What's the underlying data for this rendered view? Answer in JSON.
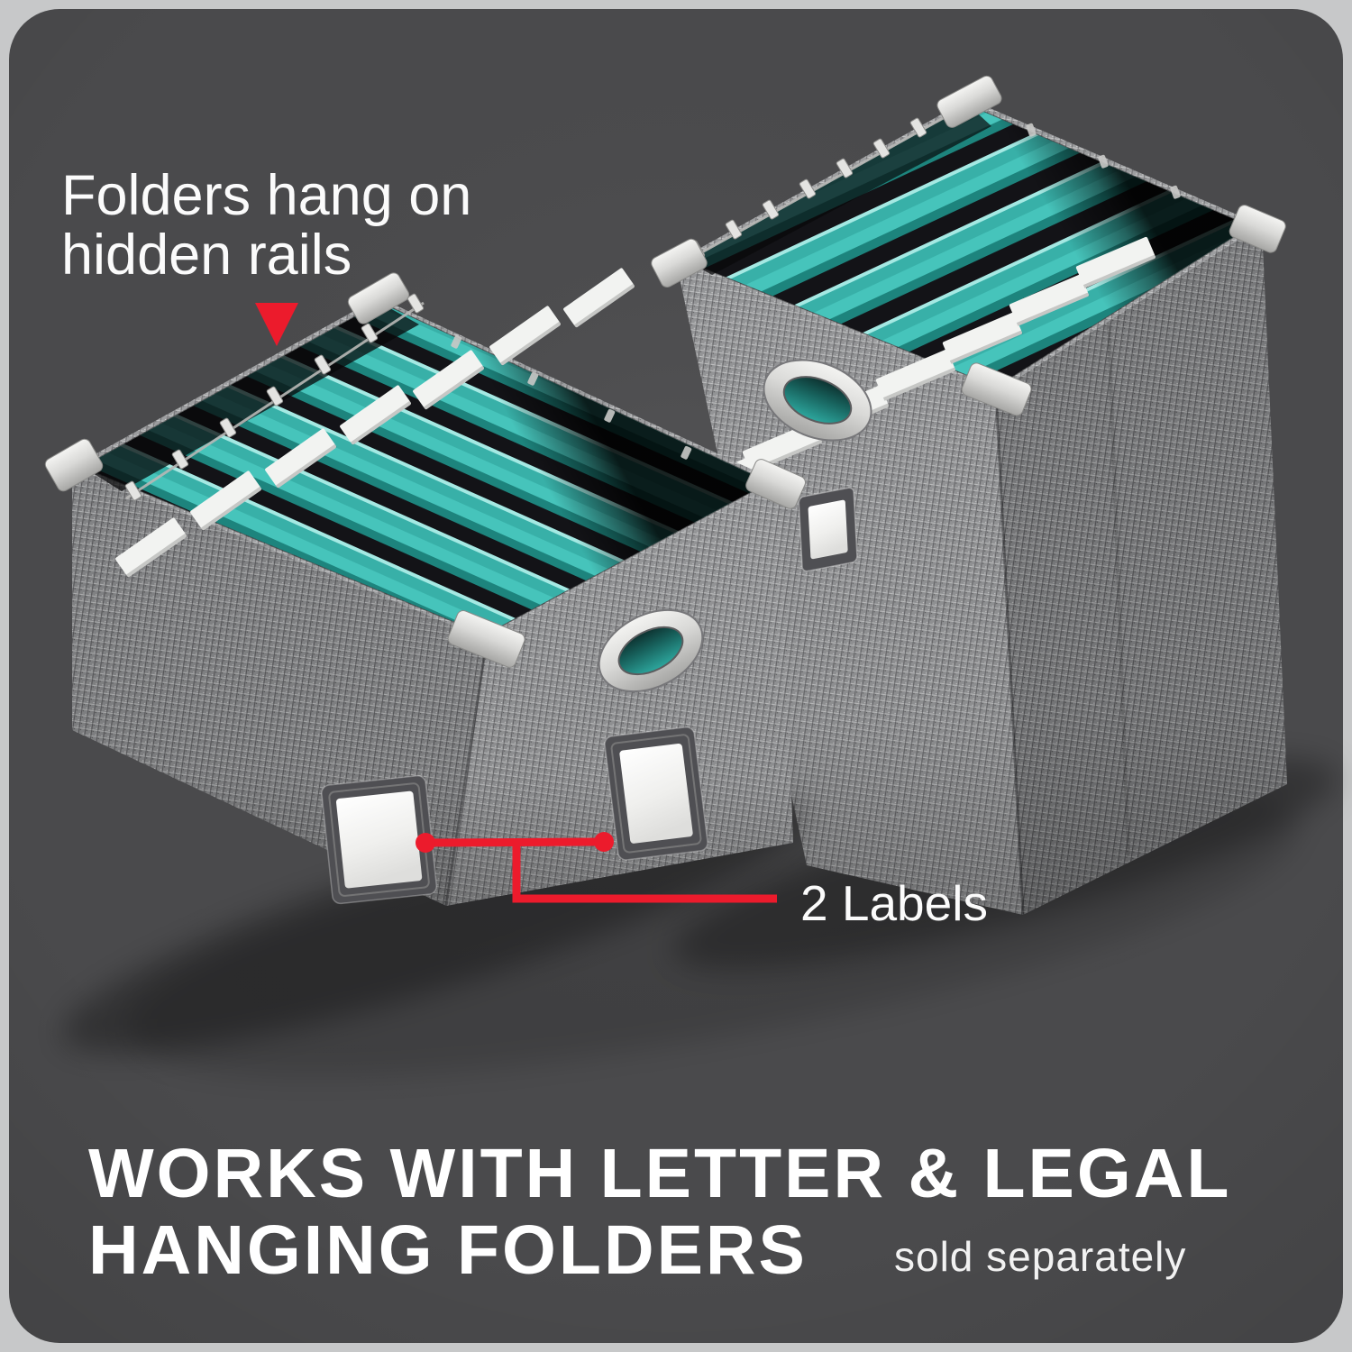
{
  "figure": {
    "description": "Two gray woven-fabric file storage boxes filled with teal hanging folders with white tabs",
    "box_count": 2,
    "label_holders_per_box": 2,
    "folder_color": "#3fbdb4",
    "fabric_color": "#8f9092"
  },
  "note": {
    "line1": "Folders hang on",
    "line2": "hidden rails"
  },
  "callout": {
    "text": "2 Labels"
  },
  "headline": {
    "line1": "WORKS WITH LETTER & LEGAL",
    "line2": "HANGING FOLDERS",
    "suffix": "sold separately"
  },
  "icons": {
    "arrow": "red-triangle-down-icon",
    "connector": "red-callout-line"
  },
  "colors": {
    "panel_bg": "#4a4a4c",
    "outer_bg": "#c7c8c9",
    "accent_red": "#ec1b2c",
    "text_white": "#fafafa",
    "interior_dark": "#131317",
    "metal": "#d9d9d7"
  }
}
